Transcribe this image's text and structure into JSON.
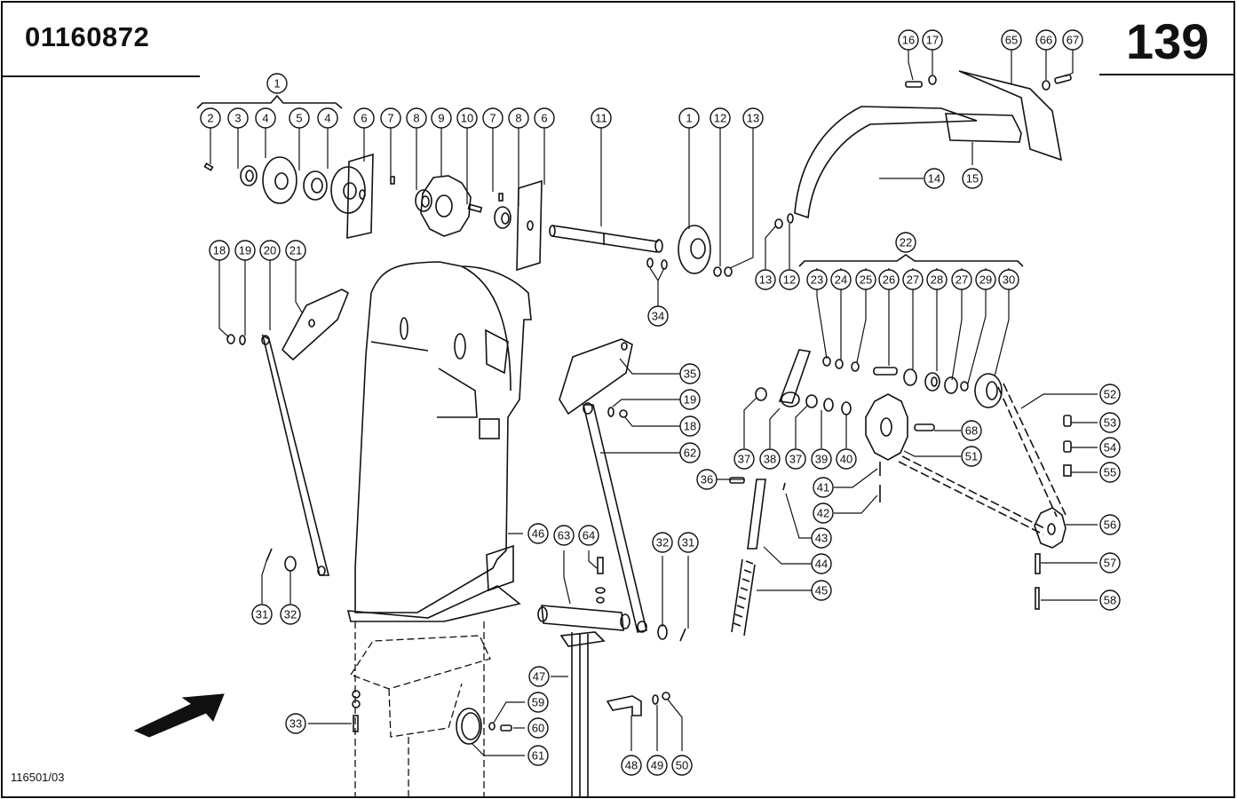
{
  "header": {
    "document_number": "01160872",
    "page_number": "139"
  },
  "footer": {
    "drawing_reference": "116501/03"
  },
  "callouts": {
    "group_1": {
      "parent": "1",
      "children": [
        "2",
        "3",
        "4",
        "5",
        "4"
      ]
    },
    "top_row": [
      "6",
      "7",
      "8",
      "9",
      "10",
      "7",
      "8",
      "6"
    ],
    "shaft": "11",
    "flange": "1",
    "flange_hardware": [
      "12",
      "13"
    ],
    "washers_34": "34",
    "upper_right": [
      "16",
      "17",
      "65",
      "66",
      "67"
    ],
    "covers": [
      "14",
      "15"
    ],
    "cover_hardware": [
      "13",
      "12"
    ],
    "group_22": {
      "parent": "22",
      "children": [
        "23",
        "24",
        "25",
        "26",
        "27",
        "28",
        "27",
        "29",
        "30"
      ]
    },
    "left_arm": [
      "18",
      "19",
      "20",
      "21"
    ],
    "left_lower": [
      "31",
      "32"
    ],
    "bracket_right": [
      "35",
      "19",
      "18",
      "62"
    ],
    "tensioner": [
      "37",
      "38",
      "37",
      "39",
      "40"
    ],
    "bolt_36": "36",
    "sprocket_side": [
      "68",
      "51",
      "41",
      "42",
      "43",
      "44",
      "45"
    ],
    "chain_side": [
      "52",
      "53",
      "54",
      "55",
      "56",
      "57",
      "58"
    ],
    "lower_mid": [
      "46",
      "63",
      "64",
      "32",
      "31"
    ],
    "bottom": [
      "33",
      "47",
      "59",
      "60",
      "61",
      "48",
      "49",
      "50"
    ]
  },
  "arrow_icon": "direction-arrow"
}
